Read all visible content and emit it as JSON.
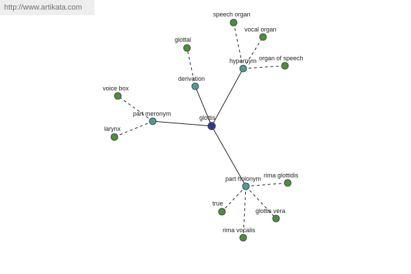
{
  "watermark": {
    "text": "http://www.artikata.com"
  },
  "colors": {
    "center": "#2e3a8c",
    "relation": "#4f9a96",
    "leaf": "#4a8f3c",
    "edge": "#1a1a1a"
  },
  "nodes": [
    {
      "id": "glottis",
      "label": "glottis",
      "kind": "center"
    },
    {
      "id": "hypernym",
      "label": "hypernym",
      "kind": "relation"
    },
    {
      "id": "derivation",
      "label": "derivation",
      "kind": "relation"
    },
    {
      "id": "part_meronym",
      "label": "part meronym",
      "kind": "relation"
    },
    {
      "id": "part_holonym",
      "label": "part holonym",
      "kind": "relation"
    },
    {
      "id": "speech_organ",
      "label": "speech organ",
      "kind": "leaf"
    },
    {
      "id": "vocal_organ",
      "label": "vocal organ",
      "kind": "leaf"
    },
    {
      "id": "organ_of_speech",
      "label": "organ of speech",
      "kind": "leaf"
    },
    {
      "id": "glottal",
      "label": "glottal",
      "kind": "leaf"
    },
    {
      "id": "voice_box",
      "label": "voice box",
      "kind": "leaf"
    },
    {
      "id": "larynx",
      "label": "larynx",
      "kind": "leaf"
    },
    {
      "id": "rima_glottidis",
      "label": "rima glottidis",
      "kind": "leaf"
    },
    {
      "id": "true",
      "label": "true",
      "kind": "leaf"
    },
    {
      "id": "glottis_vera",
      "label": "glottis vera",
      "kind": "leaf"
    },
    {
      "id": "rima_vocalis",
      "label": "rima vocalis",
      "kind": "leaf"
    }
  ],
  "edges": [
    {
      "from": "glottis",
      "to": "hypernym",
      "style": "solid"
    },
    {
      "from": "glottis",
      "to": "derivation",
      "style": "solid"
    },
    {
      "from": "glottis",
      "to": "part_meronym",
      "style": "solid"
    },
    {
      "from": "glottis",
      "to": "part_holonym",
      "style": "solid"
    },
    {
      "from": "hypernym",
      "to": "speech_organ",
      "style": "dashed"
    },
    {
      "from": "hypernym",
      "to": "vocal_organ",
      "style": "dashed"
    },
    {
      "from": "hypernym",
      "to": "organ_of_speech",
      "style": "dashed"
    },
    {
      "from": "derivation",
      "to": "glottal",
      "style": "dashed"
    },
    {
      "from": "part_meronym",
      "to": "voice_box",
      "style": "dashed"
    },
    {
      "from": "part_meronym",
      "to": "larynx",
      "style": "dashed"
    },
    {
      "from": "part_holonym",
      "to": "rima_glottidis",
      "style": "dashed"
    },
    {
      "from": "part_holonym",
      "to": "true",
      "style": "dashed"
    },
    {
      "from": "part_holonym",
      "to": "glottis_vera",
      "style": "dashed"
    },
    {
      "from": "part_holonym",
      "to": "rima_vocalis",
      "style": "dashed"
    }
  ]
}
